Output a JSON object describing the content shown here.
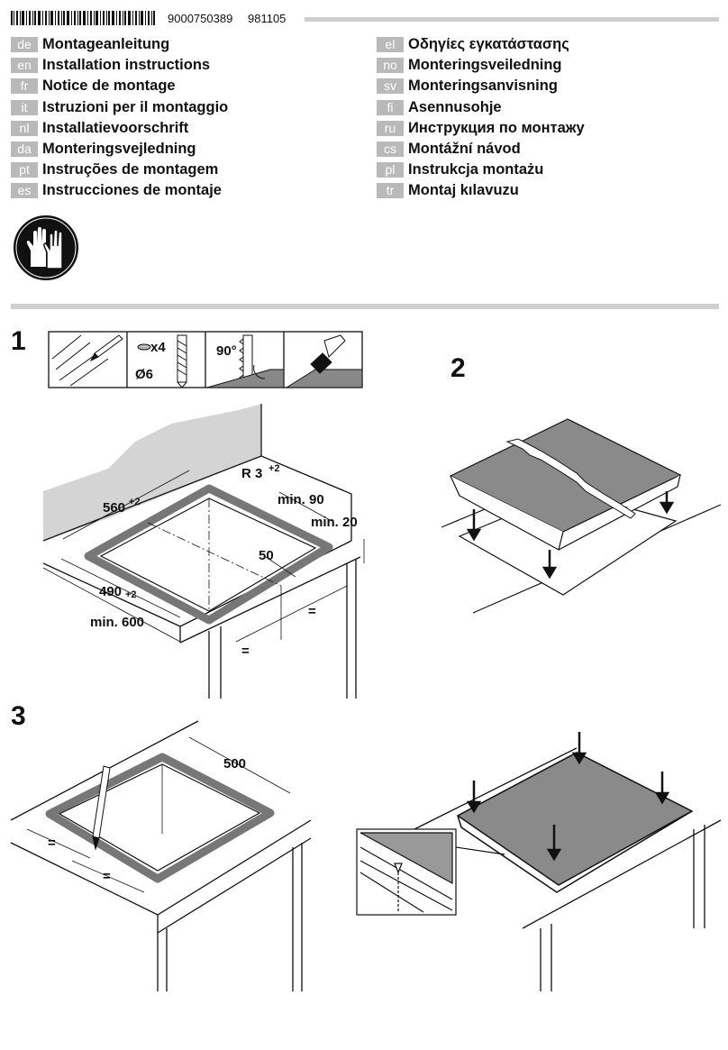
{
  "header": {
    "code1": "9000750389",
    "code2": "981105"
  },
  "languages_left": [
    {
      "code": "de",
      "title": "Montageanleitung"
    },
    {
      "code": "en",
      "title": "Installation instructions"
    },
    {
      "code": "fr",
      "title": "Notice de montage"
    },
    {
      "code": "it",
      "title": "Istruzioni per il montaggio"
    },
    {
      "code": "nl",
      "title": "Installatievoorschrift"
    },
    {
      "code": "da",
      "title": "Monteringsvejledning"
    },
    {
      "code": "pt",
      "title": "Instruções de montagem"
    },
    {
      "code": "es",
      "title": "Instrucciones de montaje"
    }
  ],
  "languages_right": [
    {
      "code": "el",
      "title": "Οδηγίες εγκατάστασης"
    },
    {
      "code": "no",
      "title": "Monteringsveiledning"
    },
    {
      "code": "sv",
      "title": "Monteringsanvisning"
    },
    {
      "code": "fi",
      "title": "Asennusohje"
    },
    {
      "code": "ru",
      "title": "Инструкция по монтажу"
    },
    {
      "code": "cs",
      "title": "Montážní návod"
    },
    {
      "code": "pl",
      "title": "Instrukcja montażu"
    },
    {
      "code": "tr",
      "title": "Montaj kılavuzu"
    }
  ],
  "steps": {
    "s1": "1",
    "s2": "2",
    "s3": "3"
  },
  "tools": {
    "count": "x4",
    "diameter": "Ø6",
    "angle": "90°"
  },
  "dimensions": {
    "radius": "R 3",
    "radius_tol": "+2",
    "width": "560",
    "width_tol": "+2",
    "depth": "490",
    "depth_tol": "+2",
    "min_front": "min. 600",
    "min_back": "min. 90",
    "min_thickness": "min. 20",
    "edge": "50",
    "equal": "=",
    "cut_depth": "500"
  }
}
